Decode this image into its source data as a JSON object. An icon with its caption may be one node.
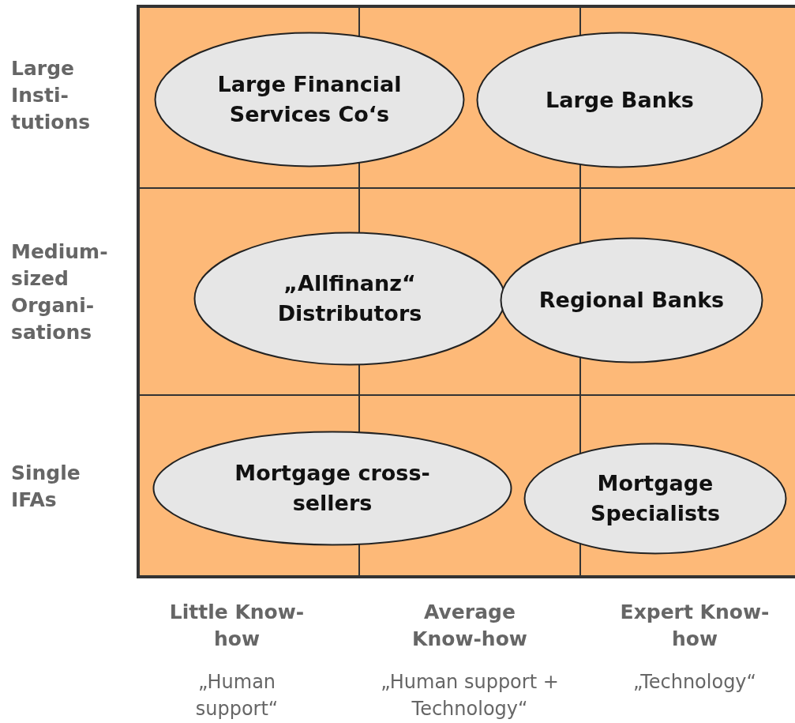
{
  "diagram": {
    "nodes": [
      {
        "text": [
          "Large Financial Services Co‘s"
        ]
      },
      {
        "text": [
          "Large Banks"
        ]
      },
      {
        "text": [
          "„Allfinanz“ Distributors"
        ]
      },
      {
        "text": [
          "Regional Banks"
        ]
      },
      {
        "text": [
          "Mortgage cross-sellers"
        ]
      },
      {
        "text": [
          "Mortgage Specialists"
        ]
      }
    ],
    "labels": [
      "Large Insti-tutions",
      "Medium-sized Organi-sations",
      "Single IFAs",
      "Little Know-how",
      "Average Know-how",
      "Expert Know-how",
      "„Human support“",
      "„Human support + Technology“",
      "„Technology“"
    ]
  }
}
